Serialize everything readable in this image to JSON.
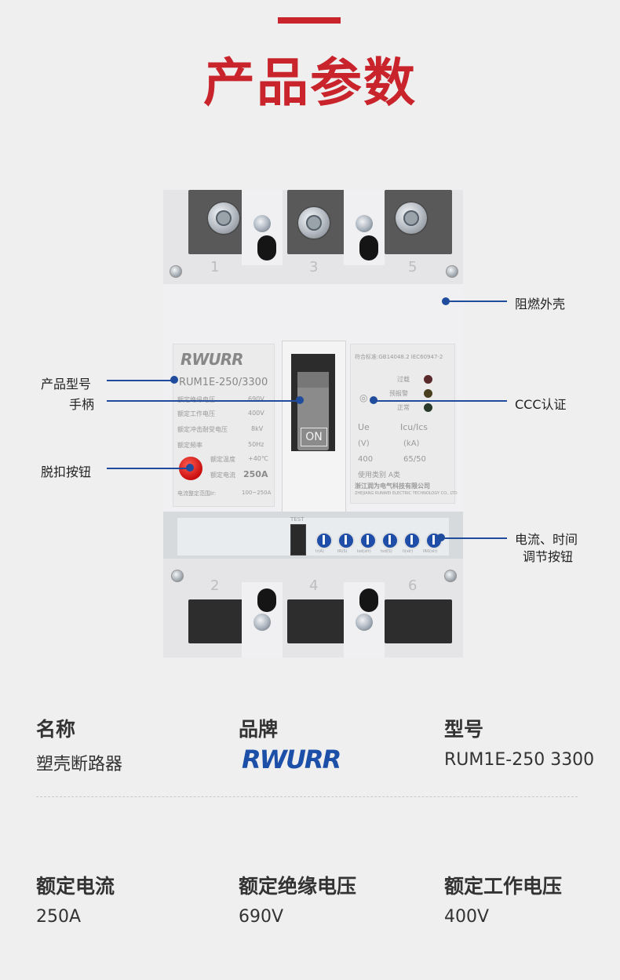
{
  "page": {
    "title": "产品参数"
  },
  "product": {
    "terminal_numbers": [
      "1",
      "3",
      "5",
      "2",
      "4",
      "6"
    ],
    "nameplate": {
      "logo_text": "RWURR",
      "model_text": "RUM1E-250/3300",
      "rows": [
        {
          "label": "额定绝缘电压",
          "value": "690V"
        },
        {
          "label": "额定工作电压",
          "value": "400V"
        },
        {
          "label": "额定冲击耐受电压",
          "value": "8kV"
        },
        {
          "label": "额定频率",
          "value": "50Hz"
        },
        {
          "label": "额定温度",
          "value": "+40℃"
        },
        {
          "label": "额定电流",
          "value": "250A"
        },
        {
          "label": "电流整定范围Ir:",
          "value": "100~250A"
        }
      ]
    },
    "cert_panel": {
      "standard": "符合标准:GB14048.2  IEC60947-2",
      "indicators": [
        "过载",
        "预报警",
        "正常"
      ],
      "table_header": [
        "Ue",
        "Icu/Ics"
      ],
      "table_units": [
        "(V)",
        "(kA)"
      ],
      "table_values": [
        "400",
        "65/50"
      ],
      "category": "使用类别    A类",
      "company": "浙江润为电气科技有限公司",
      "company_en": "ZHEJIANG RUNWEI ELECTRIC TECHNOLOGY CO., LTD"
    },
    "handle_label": "ON",
    "test_label": "TEST",
    "dial_labels": [
      "Ir(A)",
      "tR(S)",
      "Isd(xIr)",
      "tsd(S)",
      "Ii(xIr)",
      "IR0(xIr)"
    ]
  },
  "annotations": {
    "flame_shell": "阻燃外壳",
    "model": "产品型号",
    "handle": "手柄",
    "ccc": "CCC认证",
    "trip_button": "脱扣按钮",
    "adjust_line1": "电流、时间",
    "adjust_line2": "调节按钮"
  },
  "specs": {
    "row1": [
      {
        "label": "名称",
        "value": "塑壳断路器"
      },
      {
        "label": "品牌",
        "value": "RWURR"
      },
      {
        "label": "型号",
        "value": "RUM1E-250 3300"
      }
    ],
    "row2": [
      {
        "label": "额定电流",
        "value": "250A"
      },
      {
        "label": "额定绝缘电压",
        "value": "690V"
      },
      {
        "label": "额定工作电压",
        "value": "400V"
      }
    ]
  },
  "colors": {
    "accent_red": "#c9242b",
    "annotation_blue": "#1f4c9d",
    "brand_blue": "#1b4fa8"
  }
}
